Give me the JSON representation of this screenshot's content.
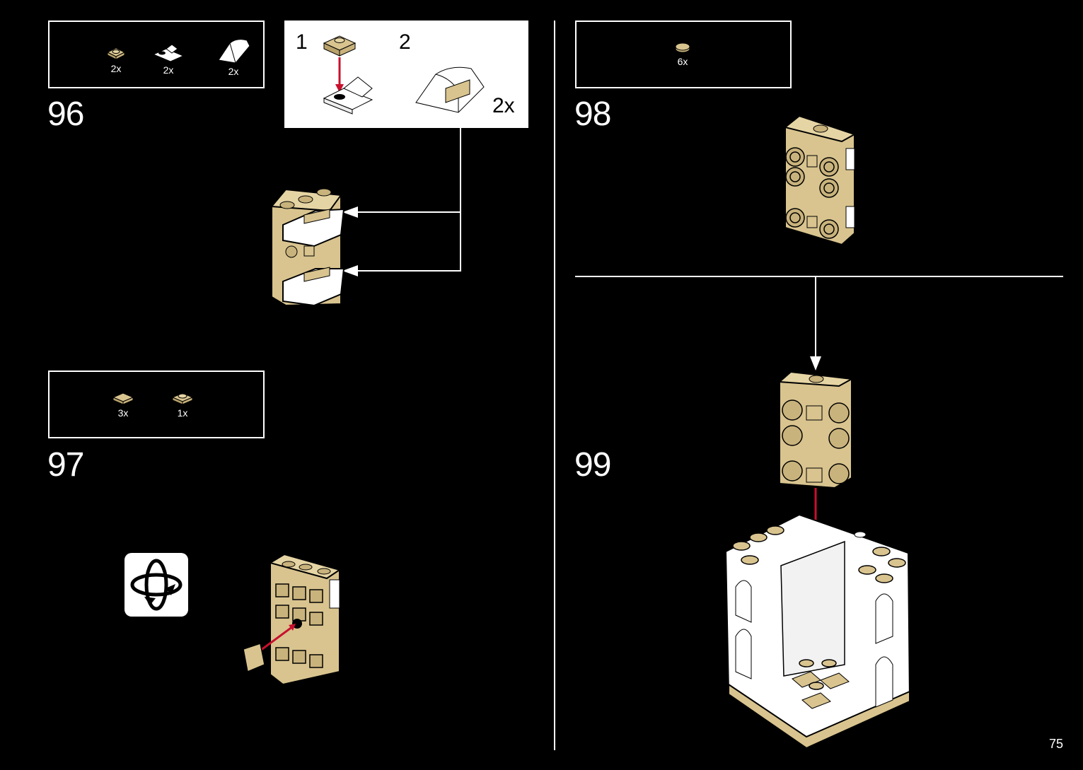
{
  "step96": {
    "number": "96",
    "parts": [
      {
        "icon": "tan-plate-1x1-icon",
        "qty": "2x"
      },
      {
        "icon": "white-clip-plate-icon",
        "qty": "2x"
      },
      {
        "icon": "white-curved-slope-icon",
        "qty": "2x"
      }
    ],
    "substeps": {
      "step1": "1",
      "step2": "2",
      "multiplier": "2x"
    }
  },
  "step97": {
    "number": "97",
    "parts": [
      {
        "icon": "tan-tile-1x1-icon",
        "qty": "3x"
      },
      {
        "icon": "tan-round-plate-icon",
        "qty": "1x"
      }
    ]
  },
  "step98": {
    "number": "98",
    "parts": [
      {
        "icon": "tan-round-tile-icon",
        "qty": "6x"
      }
    ]
  },
  "step99": {
    "number": "99"
  },
  "page": {
    "number": "75"
  },
  "colors": {
    "background": "#000000",
    "tan": "#D9C48F",
    "white": "#FFFFFF",
    "arrow_red": "#C8102E"
  }
}
